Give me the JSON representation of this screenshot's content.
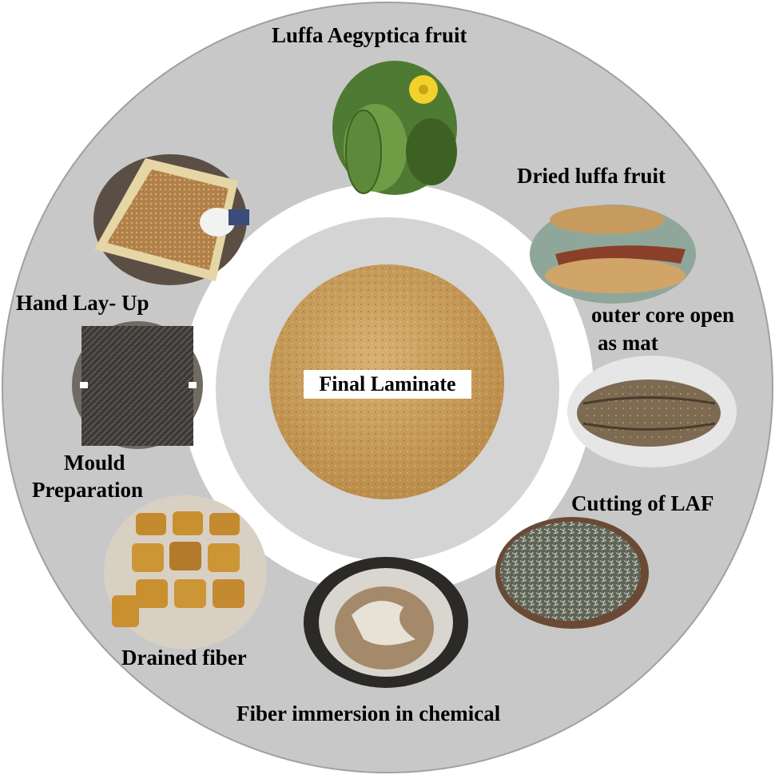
{
  "diagram": {
    "center_label": "Final Laminate",
    "steps": [
      {
        "id": "luffa-fruit",
        "label": "Luffa Aegyptica fruit",
        "image": "luffa-plant-photo"
      },
      {
        "id": "dried-fruit",
        "label": "Dried luffa fruit",
        "image": "dried-luffa-photo"
      },
      {
        "id": "outer-core",
        "label_line1": "outer core open",
        "label_line2": "as  mat",
        "image": "luffa-mat-photo"
      },
      {
        "id": "cutting",
        "label": "Cutting of LAF",
        "image": "cut-fiber-photo"
      },
      {
        "id": "immersion",
        "label": "Fiber immersion in chemical",
        "image": "chemical-beaker-photo"
      },
      {
        "id": "drained",
        "label": "Drained fiber",
        "image": "drained-fiber-photo"
      },
      {
        "id": "mould",
        "label_line1": "Mould",
        "label_line2": "Preparation",
        "image": "mould-photo"
      },
      {
        "id": "hand-layup",
        "label": "Hand Lay- Up",
        "image": "hand-layup-photo"
      }
    ],
    "colors": {
      "ring": "#c8c8c8",
      "inner_ring": "#d4d4d4",
      "laminate": "#c9a063"
    }
  }
}
